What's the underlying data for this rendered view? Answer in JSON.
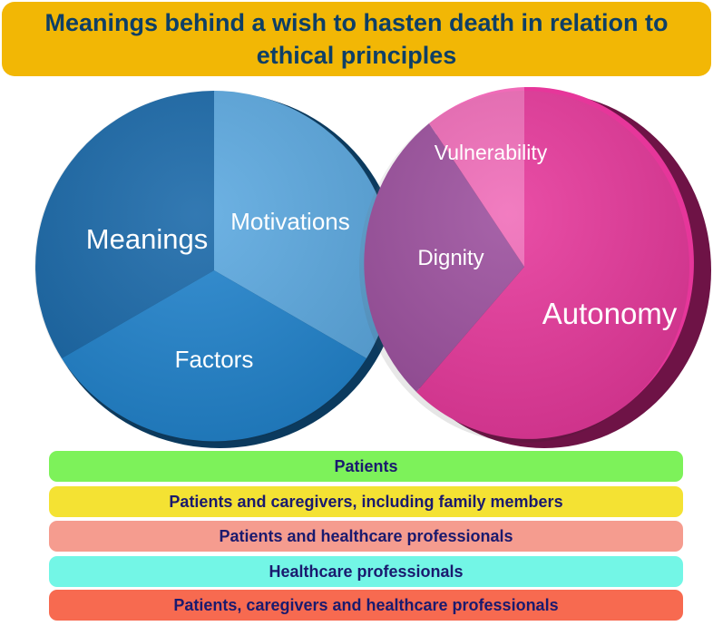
{
  "title": "Meanings behind a wish to hasten death in relation to ethical principles",
  "left_circle": {
    "segments": [
      {
        "label": "Meanings",
        "color": "#1767a8"
      },
      {
        "label": "Motivations",
        "color": "#5aa8e0"
      },
      {
        "label": "Factors",
        "color": "#1f82cc"
      }
    ]
  },
  "right_circle": {
    "segments": [
      {
        "label": "Autonomy",
        "color": "#e6369a"
      },
      {
        "label": "Dignity",
        "color": "#9b4e9d"
      },
      {
        "label": "Vulnerability",
        "color": "#f06bb8"
      }
    ]
  },
  "bands": [
    {
      "label": "Patients",
      "color": "#7df25a"
    },
    {
      "label": "Patients and caregivers, including family members",
      "color": "#f4e233"
    },
    {
      "label": "Patients and healthcare professionals",
      "color": "#f59c8f"
    },
    {
      "label": "Healthcare professionals",
      "color": "#73f6e6"
    },
    {
      "label": "Patients, caregivers and healthcare professionals",
      "color": "#f76a50"
    }
  ]
}
